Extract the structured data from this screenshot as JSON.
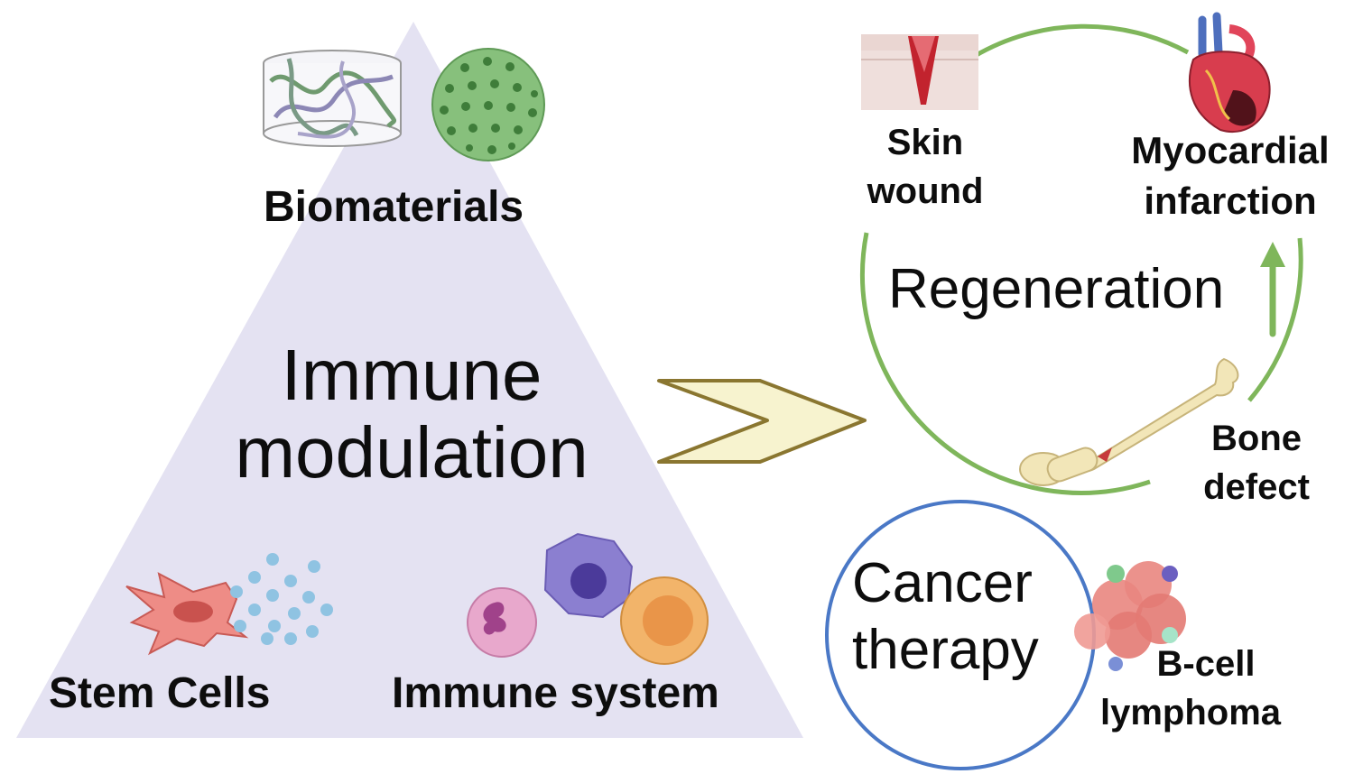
{
  "triangle": {
    "top_label": "Biomaterials",
    "center_label_line1": "Immune",
    "center_label_line2": "modulation",
    "bottom_left_label": "Stem Cells",
    "bottom_right_label": "Immune system"
  },
  "regeneration": {
    "title": "Regeneration",
    "skin_line1": "Skin",
    "skin_line2": "wound",
    "heart_line1": "Myocardial",
    "heart_line2": "infarction",
    "bone_line1": "Bone",
    "bone_line2": "defect"
  },
  "cancer": {
    "title_line1": "Cancer",
    "title_line2": "therapy",
    "lymphoma_line1": "B-cell",
    "lymphoma_line2": "lymphoma"
  },
  "colors": {
    "triangle_fill": "#e4e2f2",
    "arrow_fill": "#f7f3cf",
    "arrow_stroke": "#8a7630",
    "regeneration_circle": "#7fb65b",
    "cancer_circle": "#4a78c6"
  }
}
